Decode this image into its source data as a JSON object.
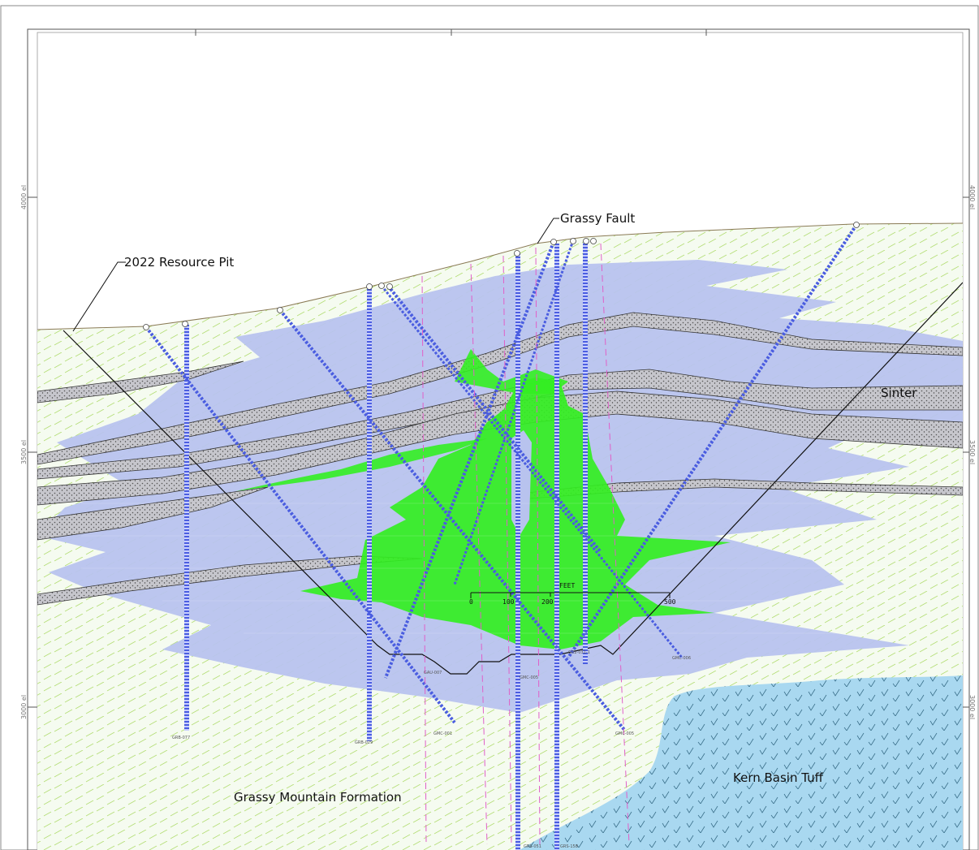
{
  "labels": {
    "resource_pit": "2022 Resource Pit",
    "grassy_fault": "Grassy Fault",
    "sinter": "Sinter",
    "kern_basin_tuff": "Kern Basin Tuff",
    "grassy_mountain_formation": "Grassy Mountain Formation"
  },
  "elevations": {
    "left": [
      "4000 el",
      "3500 el",
      "3000 el"
    ],
    "right": [
      "4000 el",
      "3500 el",
      "3000 el"
    ]
  },
  "scale_bar": {
    "title": "FEET",
    "ticks": [
      "0",
      "100",
      "200",
      "500"
    ]
  },
  "drillholes": [
    "GRB-077",
    "GRB-029",
    "GAU-007",
    "GMC-001",
    "GMC-005",
    "GRS-051",
    "GRS-158",
    "GMC-005",
    "GR2-031-1",
    "GMC-006"
  ],
  "colors": {
    "background_formation": "#f4faef",
    "formation_hatch": "#a9d86a",
    "mineralization_envelope": "#b9c4ef",
    "high_grade_zone": "#33ee22",
    "tuff": "#a8d8f0",
    "sinter_band": "#b8b8c0",
    "drillhole": "#4a5de0"
  }
}
